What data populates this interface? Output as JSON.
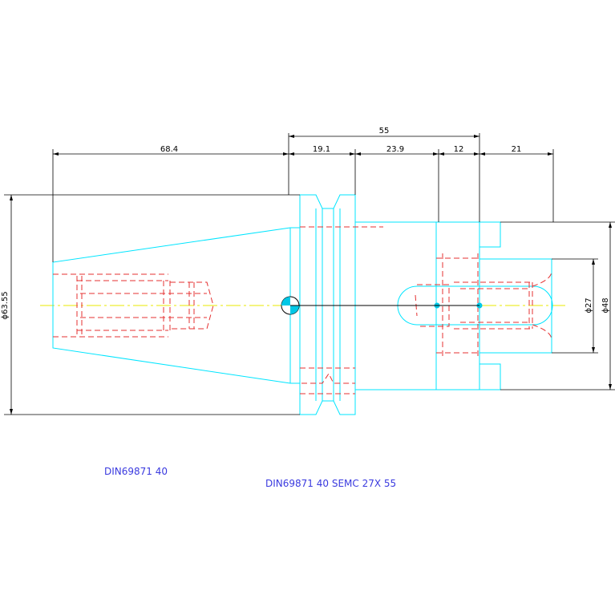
{
  "dimensions": {
    "d_55": "55",
    "d_68_4": "68.4",
    "d_19_1": "19.1",
    "d_23_9": "23.9",
    "d_12": "12",
    "d_21": "21",
    "dia_63_55": "ϕ63.55",
    "dia_27": "ϕ27",
    "dia_48": "ϕ48"
  },
  "labels": {
    "part_top": "DIN69871 40",
    "part_bottom": "DIN69871 40 SEMC 27X 55"
  },
  "colors": {
    "outline": "#00e5ff",
    "hidden": "#e53030",
    "centerline": "#e8e800",
    "dimension": "#000000",
    "label": "#3a3adf"
  }
}
